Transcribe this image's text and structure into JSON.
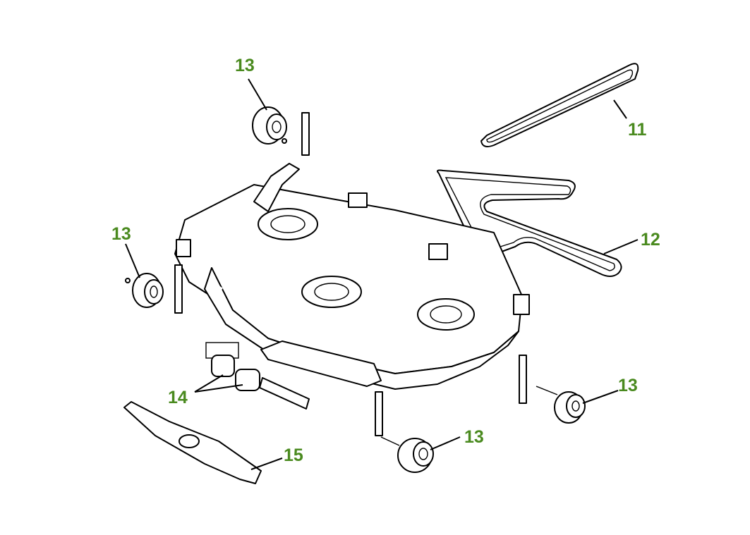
{
  "callouts": [
    {
      "id": "belt-11",
      "label": "11"
    },
    {
      "id": "belt-12",
      "label": "12"
    },
    {
      "id": "wheel-top",
      "label": "13"
    },
    {
      "id": "wheel-left",
      "label": "13"
    },
    {
      "id": "wheel-right",
      "label": "13"
    },
    {
      "id": "wheel-bottom",
      "label": "13"
    },
    {
      "id": "spacers",
      "label": "14"
    },
    {
      "id": "blade",
      "label": "15"
    }
  ],
  "colors": {
    "label": "#4a8a1f",
    "line": "#000000",
    "background": "#ffffff"
  }
}
